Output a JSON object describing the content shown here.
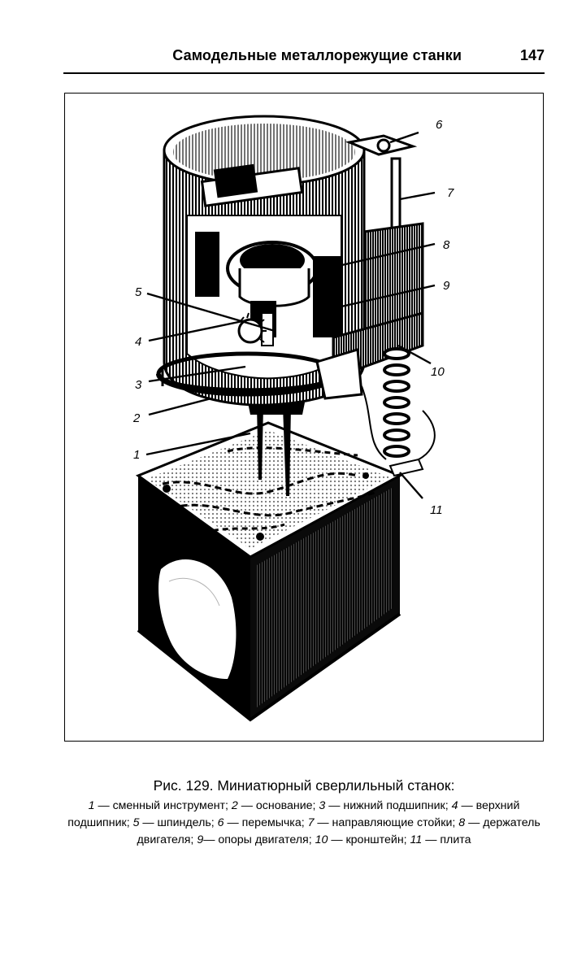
{
  "header": {
    "title": "Самодельные металлорежущие станки",
    "page_number": "147"
  },
  "figure": {
    "callouts": [
      "1",
      "2",
      "3",
      "4",
      "5",
      "6",
      "7",
      "8",
      "9",
      "10",
      "11"
    ]
  },
  "caption": {
    "title": "Рис. 129. Миниатюрный сверлильный станок:",
    "items": [
      {
        "num": "1",
        "text": " — сменный инструмент; "
      },
      {
        "num": "2",
        "text": " — основание; "
      },
      {
        "num": "3",
        "text": " — нижний подшипник; "
      },
      {
        "num": "4",
        "text": " — верхний подшипник; "
      },
      {
        "num": "5",
        "text": " — шпиндель; "
      },
      {
        "num": "6",
        "text": " — перемычка; "
      },
      {
        "num": "7",
        "text": " — направляющие стойки; "
      },
      {
        "num": "8",
        "text": " — держатель двигателя; "
      },
      {
        "num": "9",
        "text": "— опоры двигателя; "
      },
      {
        "num": "10",
        "text": " — кронштейн; "
      },
      {
        "num": "11",
        "text": " — плита"
      }
    ]
  }
}
